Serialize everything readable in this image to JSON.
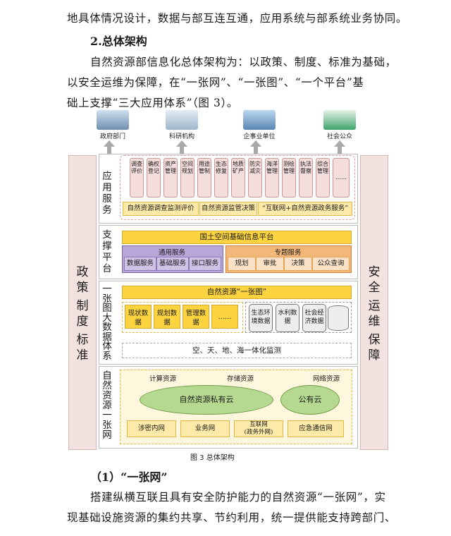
{
  "text": {
    "line1": "地具体情况设计，数据与部互连互通，应用系统与部系统业务协同。",
    "section_heading": "2.总体架构",
    "para1_line1": "自然资源部信息化总体架构为：以政策、制度、标准为基础，",
    "para1_line2": "以安全运维为保障，在“一张网”、“一张图”、“一个平台”基",
    "para1_line3": "础上支撑“三大应用体系”（图 3）。",
    "caption": "图 3  总体架构",
    "subheading": "（1）“一张网”",
    "para2_line1": "搭建纵横互联且具有安全防护能力的自然资源“一张网”，实",
    "para2_line2": "现基础设施资源的集约共享、节约利用，统一提供能支持跨部门、"
  },
  "diagram": {
    "users": [
      "政府部门",
      "科研机构",
      "企事业单位",
      "社会公众"
    ],
    "left_pillar": [
      "政",
      "策",
      "制",
      "度",
      "标",
      "准"
    ],
    "right_pillar": [
      "安",
      "全",
      "运",
      "维",
      "保",
      "障"
    ],
    "app": {
      "name": [
        "应",
        "用",
        "服",
        "务"
      ],
      "tiles": [
        "调查评价",
        "确权登记",
        "资产管理",
        "空间规划",
        "用途管制",
        "生态修复",
        "地质矿产",
        "防灾减灾",
        "海洋管理",
        "测绘管理",
        "执法督察",
        "综合管理",
        "……"
      ],
      "systems": [
        "自然资源调查监测评价",
        "自然资源监管决策",
        "“互联网+自然资源政务服务”"
      ]
    },
    "platform": {
      "name": [
        "支",
        "撑",
        "平",
        "台"
      ],
      "title": "国土空间基础信息平台",
      "general_title": "通用服务",
      "general": [
        "数据服务",
        "基础服务",
        "接口服务"
      ],
      "special_title": "专题服务",
      "special": [
        "规划",
        "审批",
        "决策",
        "公众查询"
      ]
    },
    "data": {
      "name": [
        "一",
        "张",
        "图",
        "大",
        "数",
        "据",
        "体",
        "系"
      ],
      "title": "自然资源“一张图”",
      "tiles": [
        "现状数据",
        "规划数据",
        "管理数据",
        "……"
      ],
      "other": [
        "生态环境数据",
        "水利数据",
        "社会经济数据"
      ],
      "monitor": "空、天、地、海一体化监测"
    },
    "network": {
      "name": [
        "自",
        "然",
        "资",
        "源",
        "一",
        "张",
        "网"
      ],
      "resources": [
        "计算资源",
        "存储资源",
        "网络资源"
      ],
      "private_cloud": "自然资源私有云",
      "public_cloud": "公有云",
      "nets": [
        "涉密内网",
        "业务网",
        "互联网\n(政务外网)",
        "应急通信网"
      ]
    }
  },
  "colors": {
    "pink": "#f4dedd",
    "yellow": "#fcd440",
    "light_yellow": "#fde9a8",
    "purple": "#cfc3e5",
    "orange": "#fbe2c7",
    "green": "#b6d991"
  }
}
